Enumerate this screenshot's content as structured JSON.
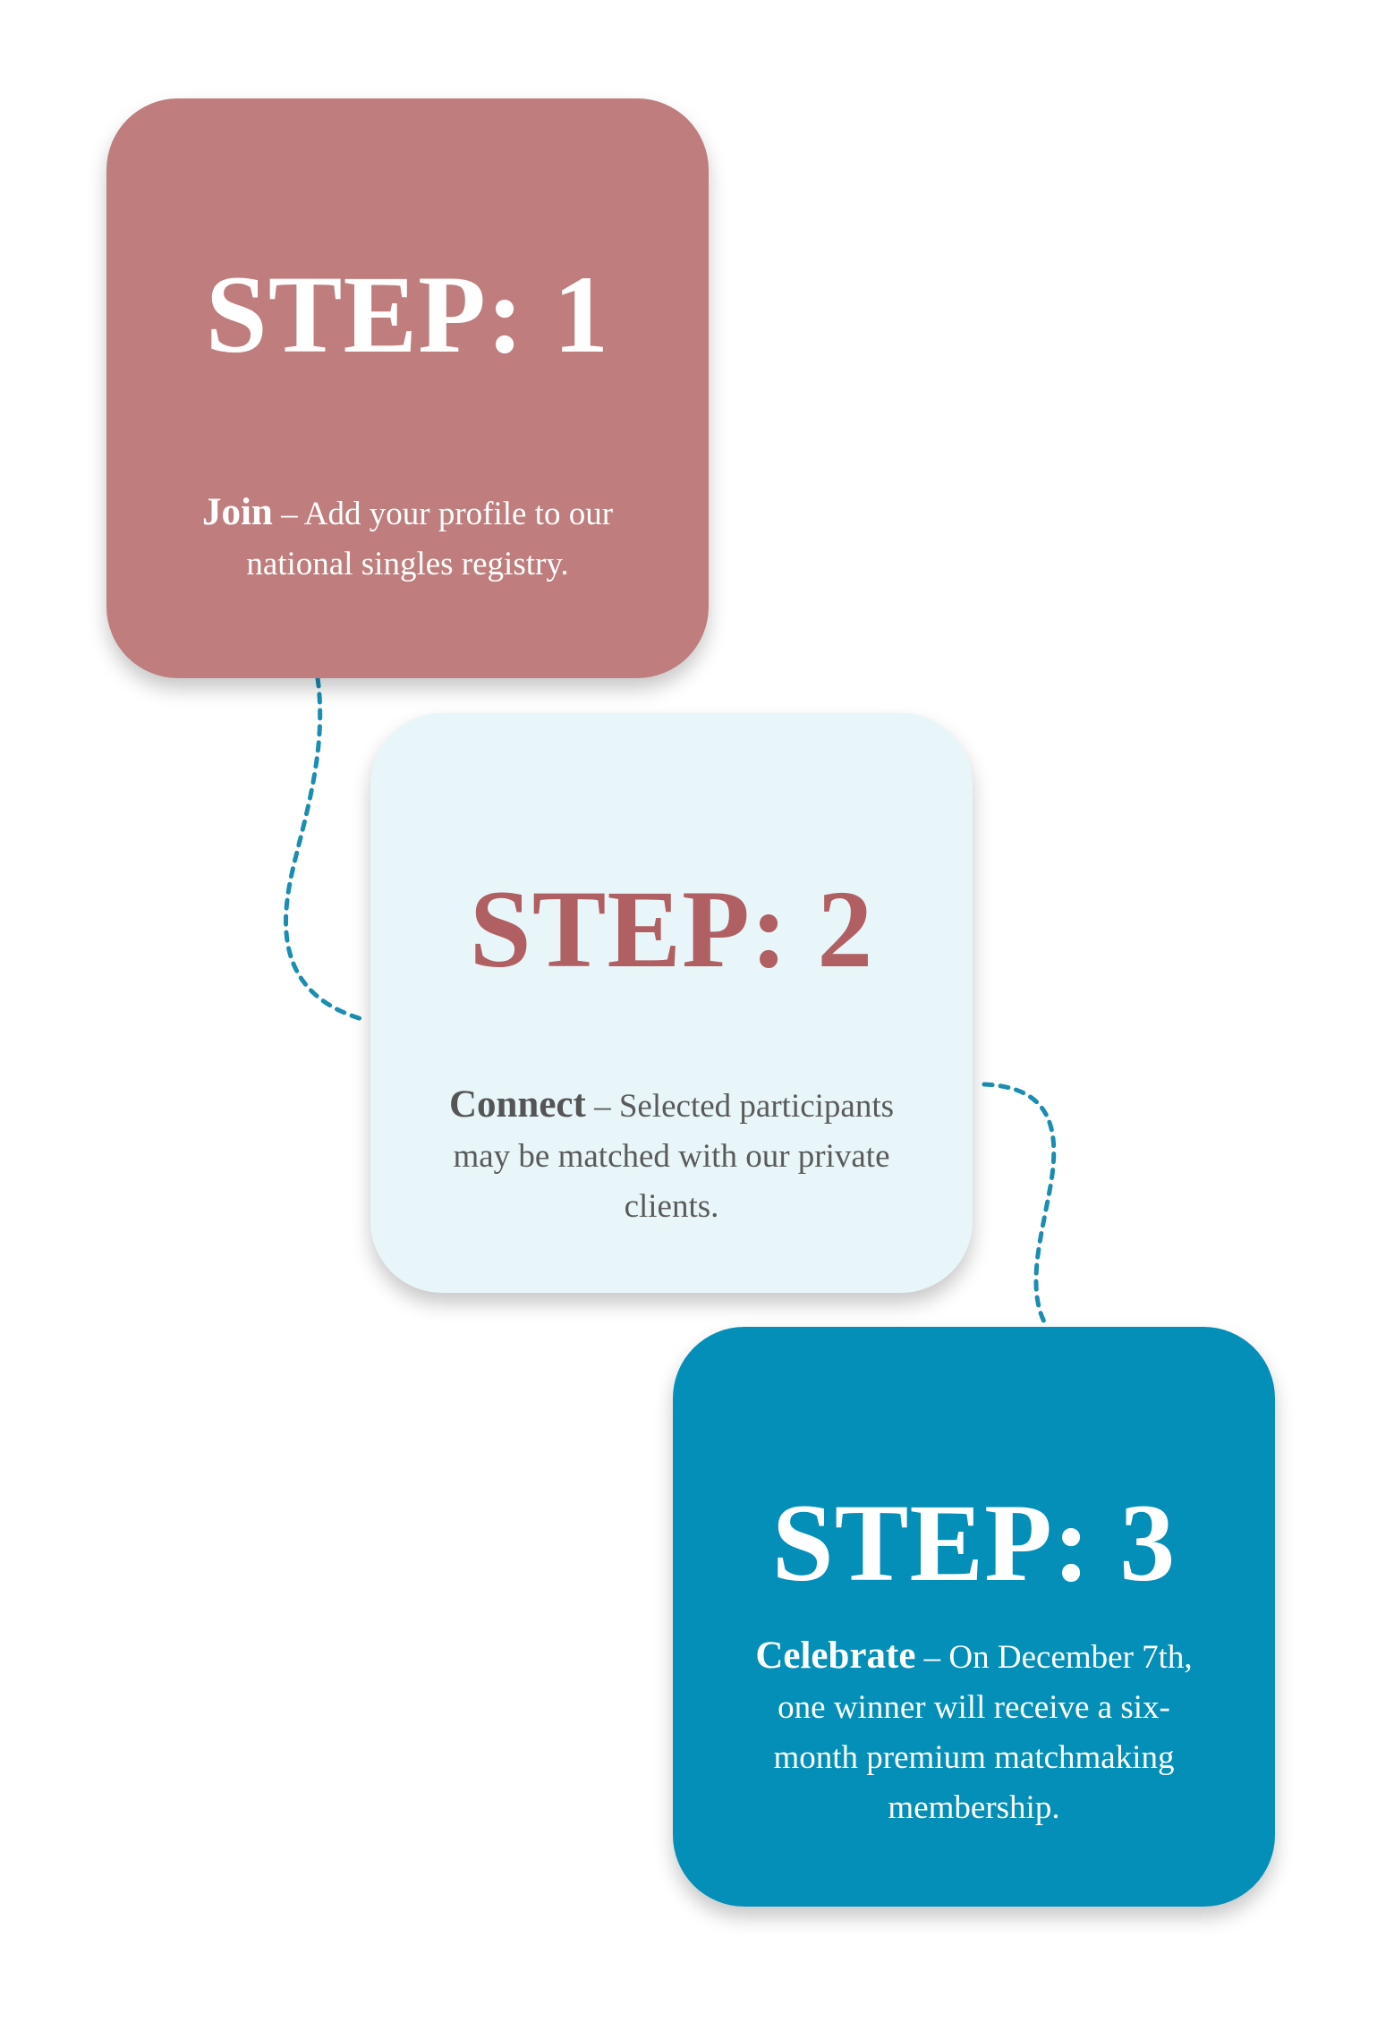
{
  "colors": {
    "step1_bg": "#bf7d7d",
    "step2_bg": "#e8f6f9",
    "step2_title": "#b05f62",
    "step3_bg": "#048fb8",
    "connector": "#1a8db3"
  },
  "steps": [
    {
      "title": "STEP: 1",
      "name": "Join",
      "description": " – Add your profile to our national singles registry."
    },
    {
      "title": "STEP: 2",
      "name": "Connect",
      "description": " – Selected participants may be matched with our private clients."
    },
    {
      "title": "STEP: 3",
      "name": "Celebrate",
      "description": " – On December 7th, one winner will receive a six-month premium matchmaking membership."
    }
  ]
}
